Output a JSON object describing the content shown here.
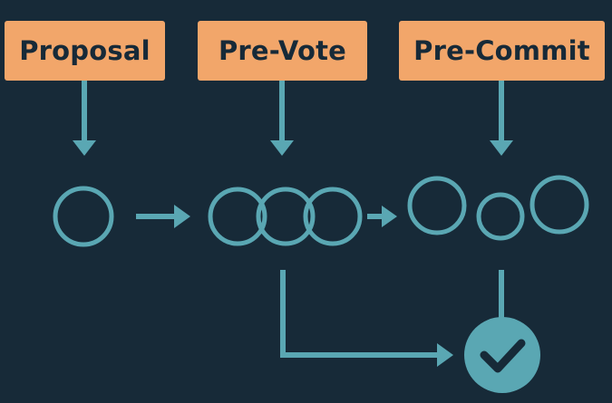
{
  "stages": [
    {
      "id": "proposal",
      "label": "Proposal"
    },
    {
      "id": "prevote",
      "label": "Pre-Vote"
    },
    {
      "id": "precommit",
      "label": "Pre-Commit"
    }
  ],
  "colors": {
    "background": "#172a38",
    "label_box": "#f2a66a",
    "label_text": "#172a38",
    "diagram_teal": "#5aa7b3",
    "check_mark": "#172a38"
  },
  "icons": {
    "final_node": "check-circle-icon"
  }
}
